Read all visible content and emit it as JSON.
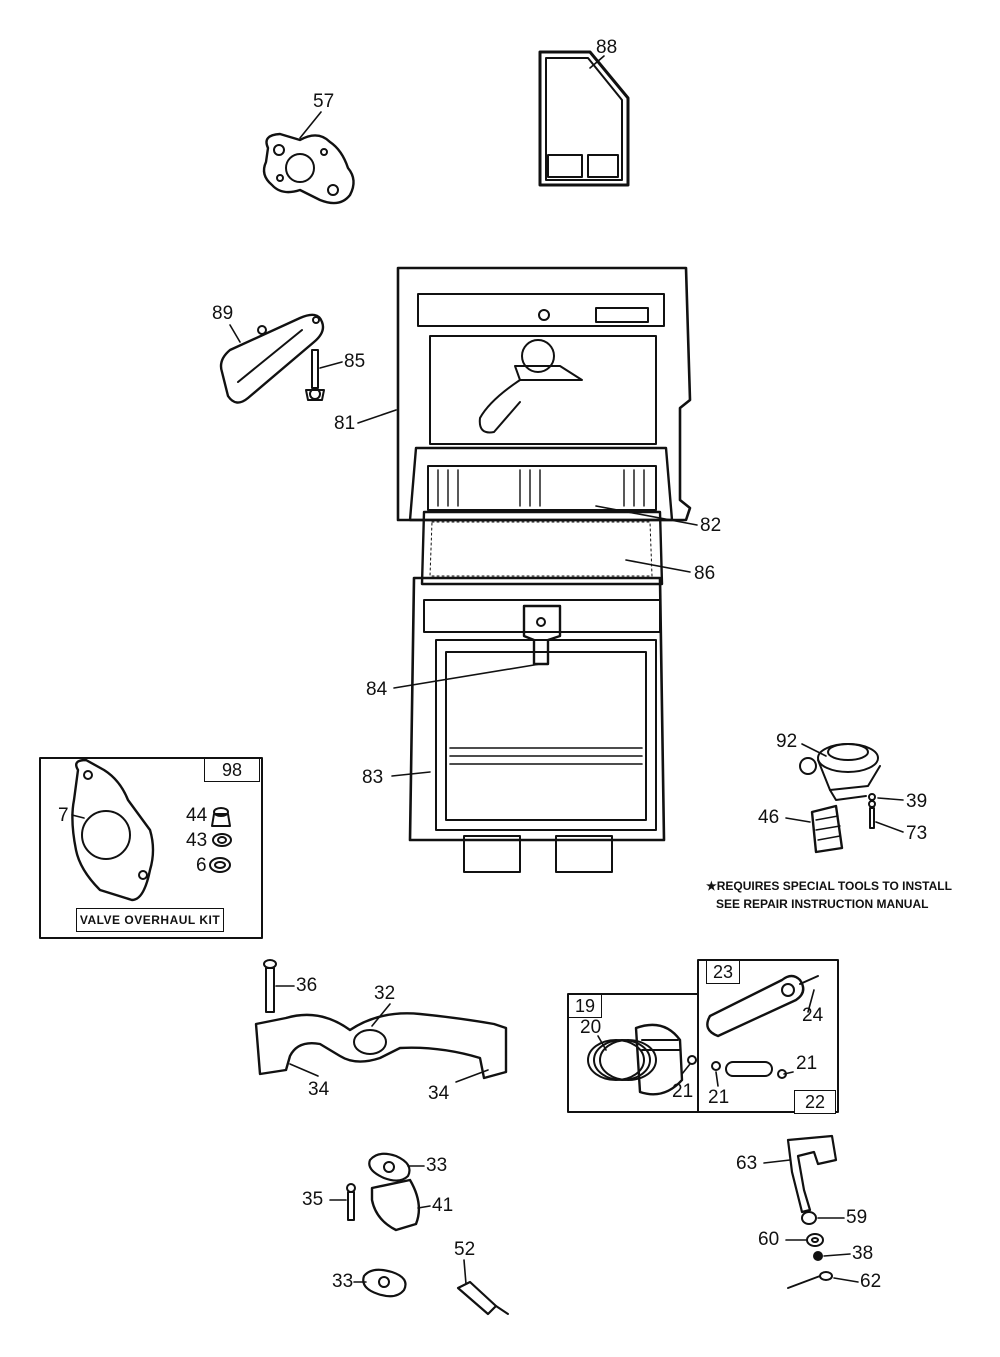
{
  "callouts": {
    "c57": "57",
    "c88": "88",
    "c89": "89",
    "c85": "85",
    "c81": "81",
    "c82": "82",
    "c86": "86",
    "c84": "84",
    "c83": "83",
    "c92": "92",
    "c39": "39",
    "c46": "46",
    "c73": "73",
    "c7": "7",
    "c44": "44",
    "c43": "43",
    "c6": "6",
    "c36": "36",
    "c32": "32",
    "c34a": "34",
    "c34b": "34",
    "c20": "20",
    "c21a": "21",
    "c24": "24",
    "c21b": "21",
    "c21c": "21",
    "c33a": "33",
    "c35": "35",
    "c41": "41",
    "c52": "52",
    "c33b": "33",
    "c63": "63",
    "c59": "59",
    "c60": "60",
    "c38": "38",
    "c62": "62"
  },
  "boxes": {
    "kit": "98",
    "piston": "19",
    "rod": "23",
    "pin": "22"
  },
  "kit_label": "VALVE OVERHAUL KIT",
  "note": {
    "line1": "★REQUIRES SPECIAL TOOLS TO INSTALL",
    "line2": "SEE REPAIR INSTRUCTION MANUAL"
  }
}
